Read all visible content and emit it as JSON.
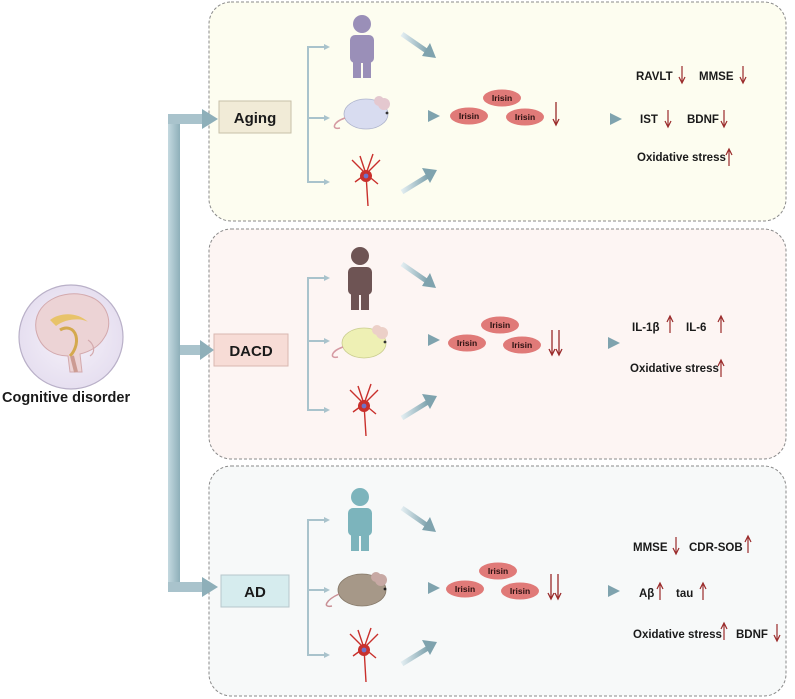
{
  "root": {
    "label": "Cognitive disorder"
  },
  "panels": [
    {
      "key": "aging",
      "condition": "Aging",
      "bg": "#fdfdf0",
      "tag_bg": "#f1ebd7",
      "human_color": "#9a8fb8",
      "mouse_color": "#d8dcf0",
      "irisin": [
        "Irisin",
        "Irisin",
        "Irisin"
      ],
      "irisin_change": "down",
      "outcomes": [
        {
          "text": "RAVLT",
          "change": "down"
        },
        {
          "text": "MMSE",
          "change": "down"
        },
        {
          "text": "IST",
          "change": "down"
        },
        {
          "text": "BDNF",
          "change": "down"
        },
        {
          "text": "Oxidative stress",
          "change": "up"
        }
      ]
    },
    {
      "key": "dacd",
      "condition": "DACD",
      "bg": "#fdf5f3",
      "tag_bg": "#f7dcd6",
      "human_color": "#6e5454",
      "mouse_color": "#eef0b4",
      "irisin": [
        "Irisin",
        "Irisin",
        "Irisin"
      ],
      "irisin_change": "double-down",
      "outcomes": [
        {
          "text": "IL-1β",
          "change": "up"
        },
        {
          "text": "IL-6",
          "change": "up"
        },
        {
          "text": "Oxidative stress",
          "change": "up"
        }
      ]
    },
    {
      "key": "ad",
      "condition": "AD",
      "bg": "#f7f9f9",
      "tag_bg": "#d6ecee",
      "human_color": "#7cb4bc",
      "mouse_color": "#a69888",
      "irisin": [
        "Irisin",
        "Irisin",
        "Irisin"
      ],
      "irisin_change": "double-down",
      "outcomes": [
        {
          "text": "MMSE",
          "change": "down"
        },
        {
          "text": "CDR-SOB",
          "change": "up"
        },
        {
          "text": "Aβ",
          "change": "up"
        },
        {
          "text": "tau",
          "change": "up"
        },
        {
          "text": "Oxidative stress",
          "change": "up"
        },
        {
          "text": "BDNF",
          "change": "down"
        }
      ]
    }
  ],
  "colors": {
    "indicator": "#9a2a2a",
    "irisin_blob": "#e07a78",
    "connector": "#a9c3cc",
    "neuron": "#c9302c"
  }
}
